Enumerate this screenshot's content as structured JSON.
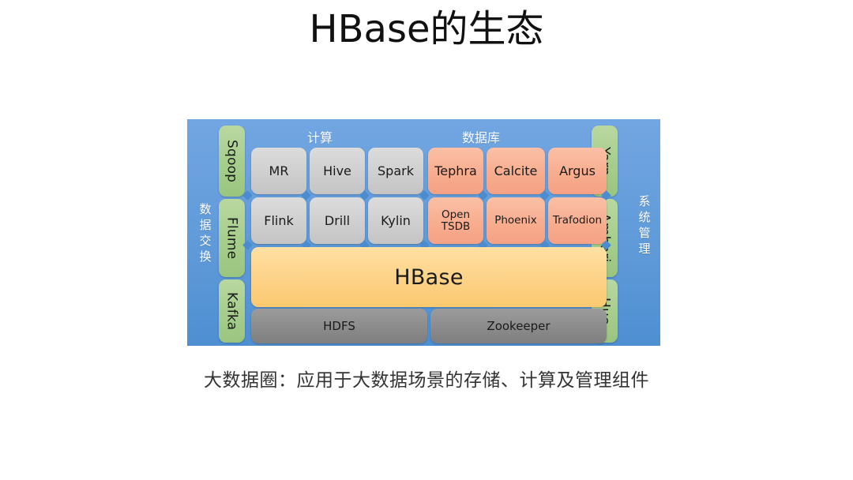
{
  "slide": {
    "title": "HBase的生态",
    "caption": "大数据圈：应用于大数据场景的存储、计算及管理组件"
  },
  "diagram": {
    "left_caption": "数据交换",
    "right_caption": "系统管理",
    "group_headers": {
      "compute": "计算",
      "database": "数据库"
    },
    "left_column": [
      {
        "label": "Sqoop"
      },
      {
        "label": "Flume"
      },
      {
        "label": "Kafka"
      }
    ],
    "right_column": [
      {
        "label": "Yarn"
      },
      {
        "label": "Ambari"
      },
      {
        "label": "Hue"
      }
    ],
    "compute_tiles": [
      {
        "label": "MR"
      },
      {
        "label": "Hive"
      },
      {
        "label": "Spark"
      },
      {
        "label": "Flink"
      },
      {
        "label": "Drill"
      },
      {
        "label": "Kylin"
      }
    ],
    "database_tiles": [
      {
        "label": "Tephra"
      },
      {
        "label": "Calcite"
      },
      {
        "label": "Argus"
      },
      {
        "label": "Open TSDB"
      },
      {
        "label": "Phoenix"
      },
      {
        "label": "Trafodion"
      }
    ],
    "core": {
      "label": "HBase"
    },
    "base_tiles": [
      {
        "label": "HDFS"
      },
      {
        "label": "Zookeeper"
      }
    ],
    "colors": {
      "panel_blue": "#5e99d8",
      "side_green": "#a6cd8c",
      "compute_gray": "#cfcfcf",
      "database_orange": "#f8ad8f",
      "core_yellow": "#fdd287",
      "base_gray": "#8b8b8b",
      "connector_blue": "#4a8ccf",
      "header_text": "#ffffff"
    }
  }
}
